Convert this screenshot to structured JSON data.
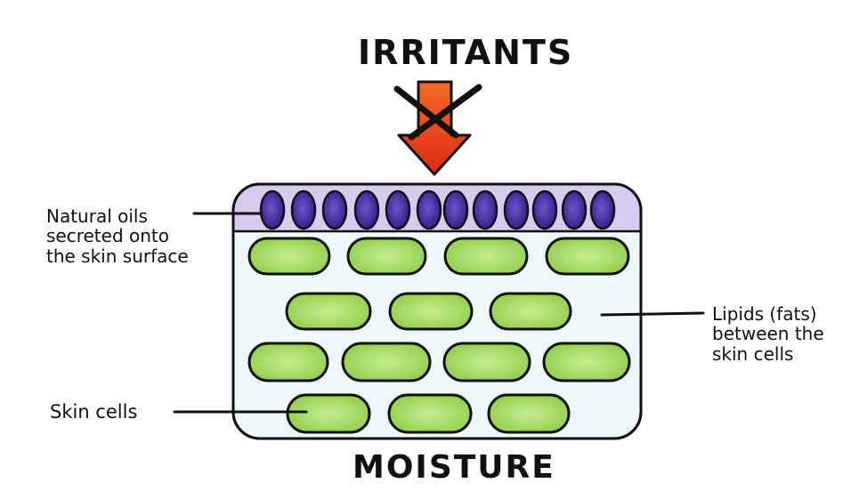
{
  "title_top": "IRRITANTS",
  "title_bottom": "MOISTURE",
  "labels": {
    "natural_oils": [
      "Natural oils",
      "secreted onto",
      "the skin surface"
    ],
    "lipids": [
      "Lipids (fats)",
      "between the",
      "skin cells"
    ],
    "skin_cells": "Skin cells"
  },
  "colors": {
    "oil_fill": "#4b2fa6",
    "oil_layer_bg": "#d6c7ee",
    "cell_fill": "#9fd65a",
    "cell_highlight": "#c9ec95",
    "arrow_fill": "#e8391f",
    "lipid_bg": "#e9f6f8",
    "outline": "#111111"
  },
  "icons": [
    "downward-arrow-icon",
    "crossed-out-icon"
  ]
}
